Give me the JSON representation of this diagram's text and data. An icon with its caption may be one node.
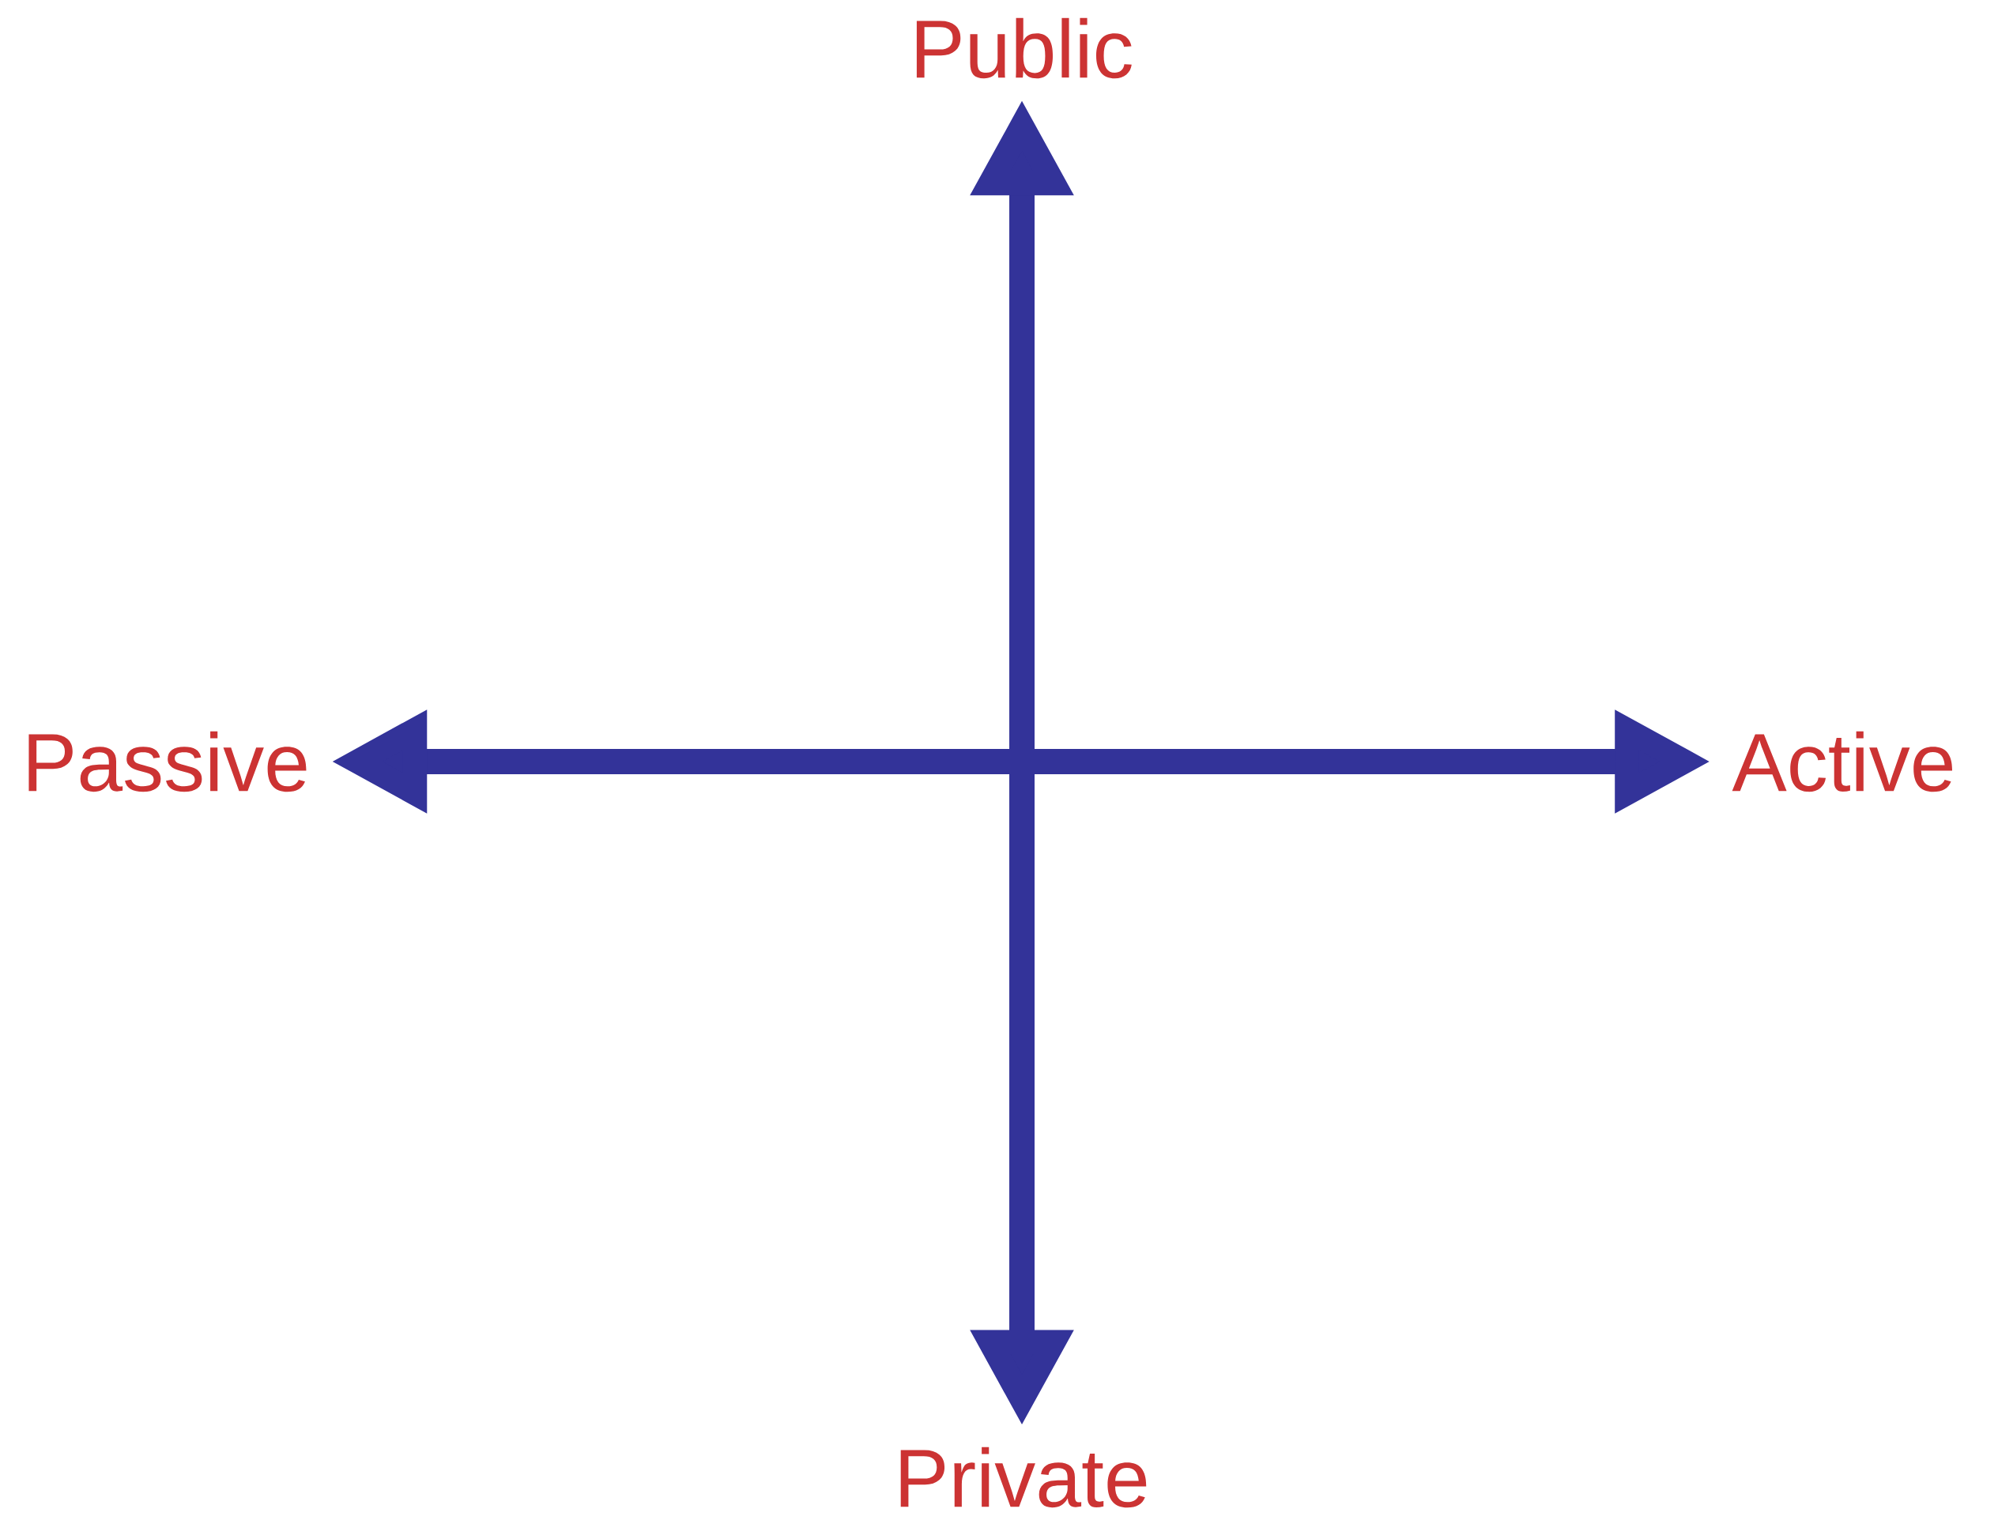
{
  "diagram": {
    "nodes": [
      {
        "text": [
          "Public"
        ]
      },
      {
        "text": [
          "Passive"
        ]
      },
      {
        "text": [
          "Active"
        ]
      },
      {
        "text": [
          "Private"
        ]
      }
    ],
    "edges": [
      {
        "from": 0,
        "to": 3,
        "arrow": "both"
      },
      {
        "from": 1,
        "to": 2,
        "arrow": "both"
      }
    ]
  }
}
